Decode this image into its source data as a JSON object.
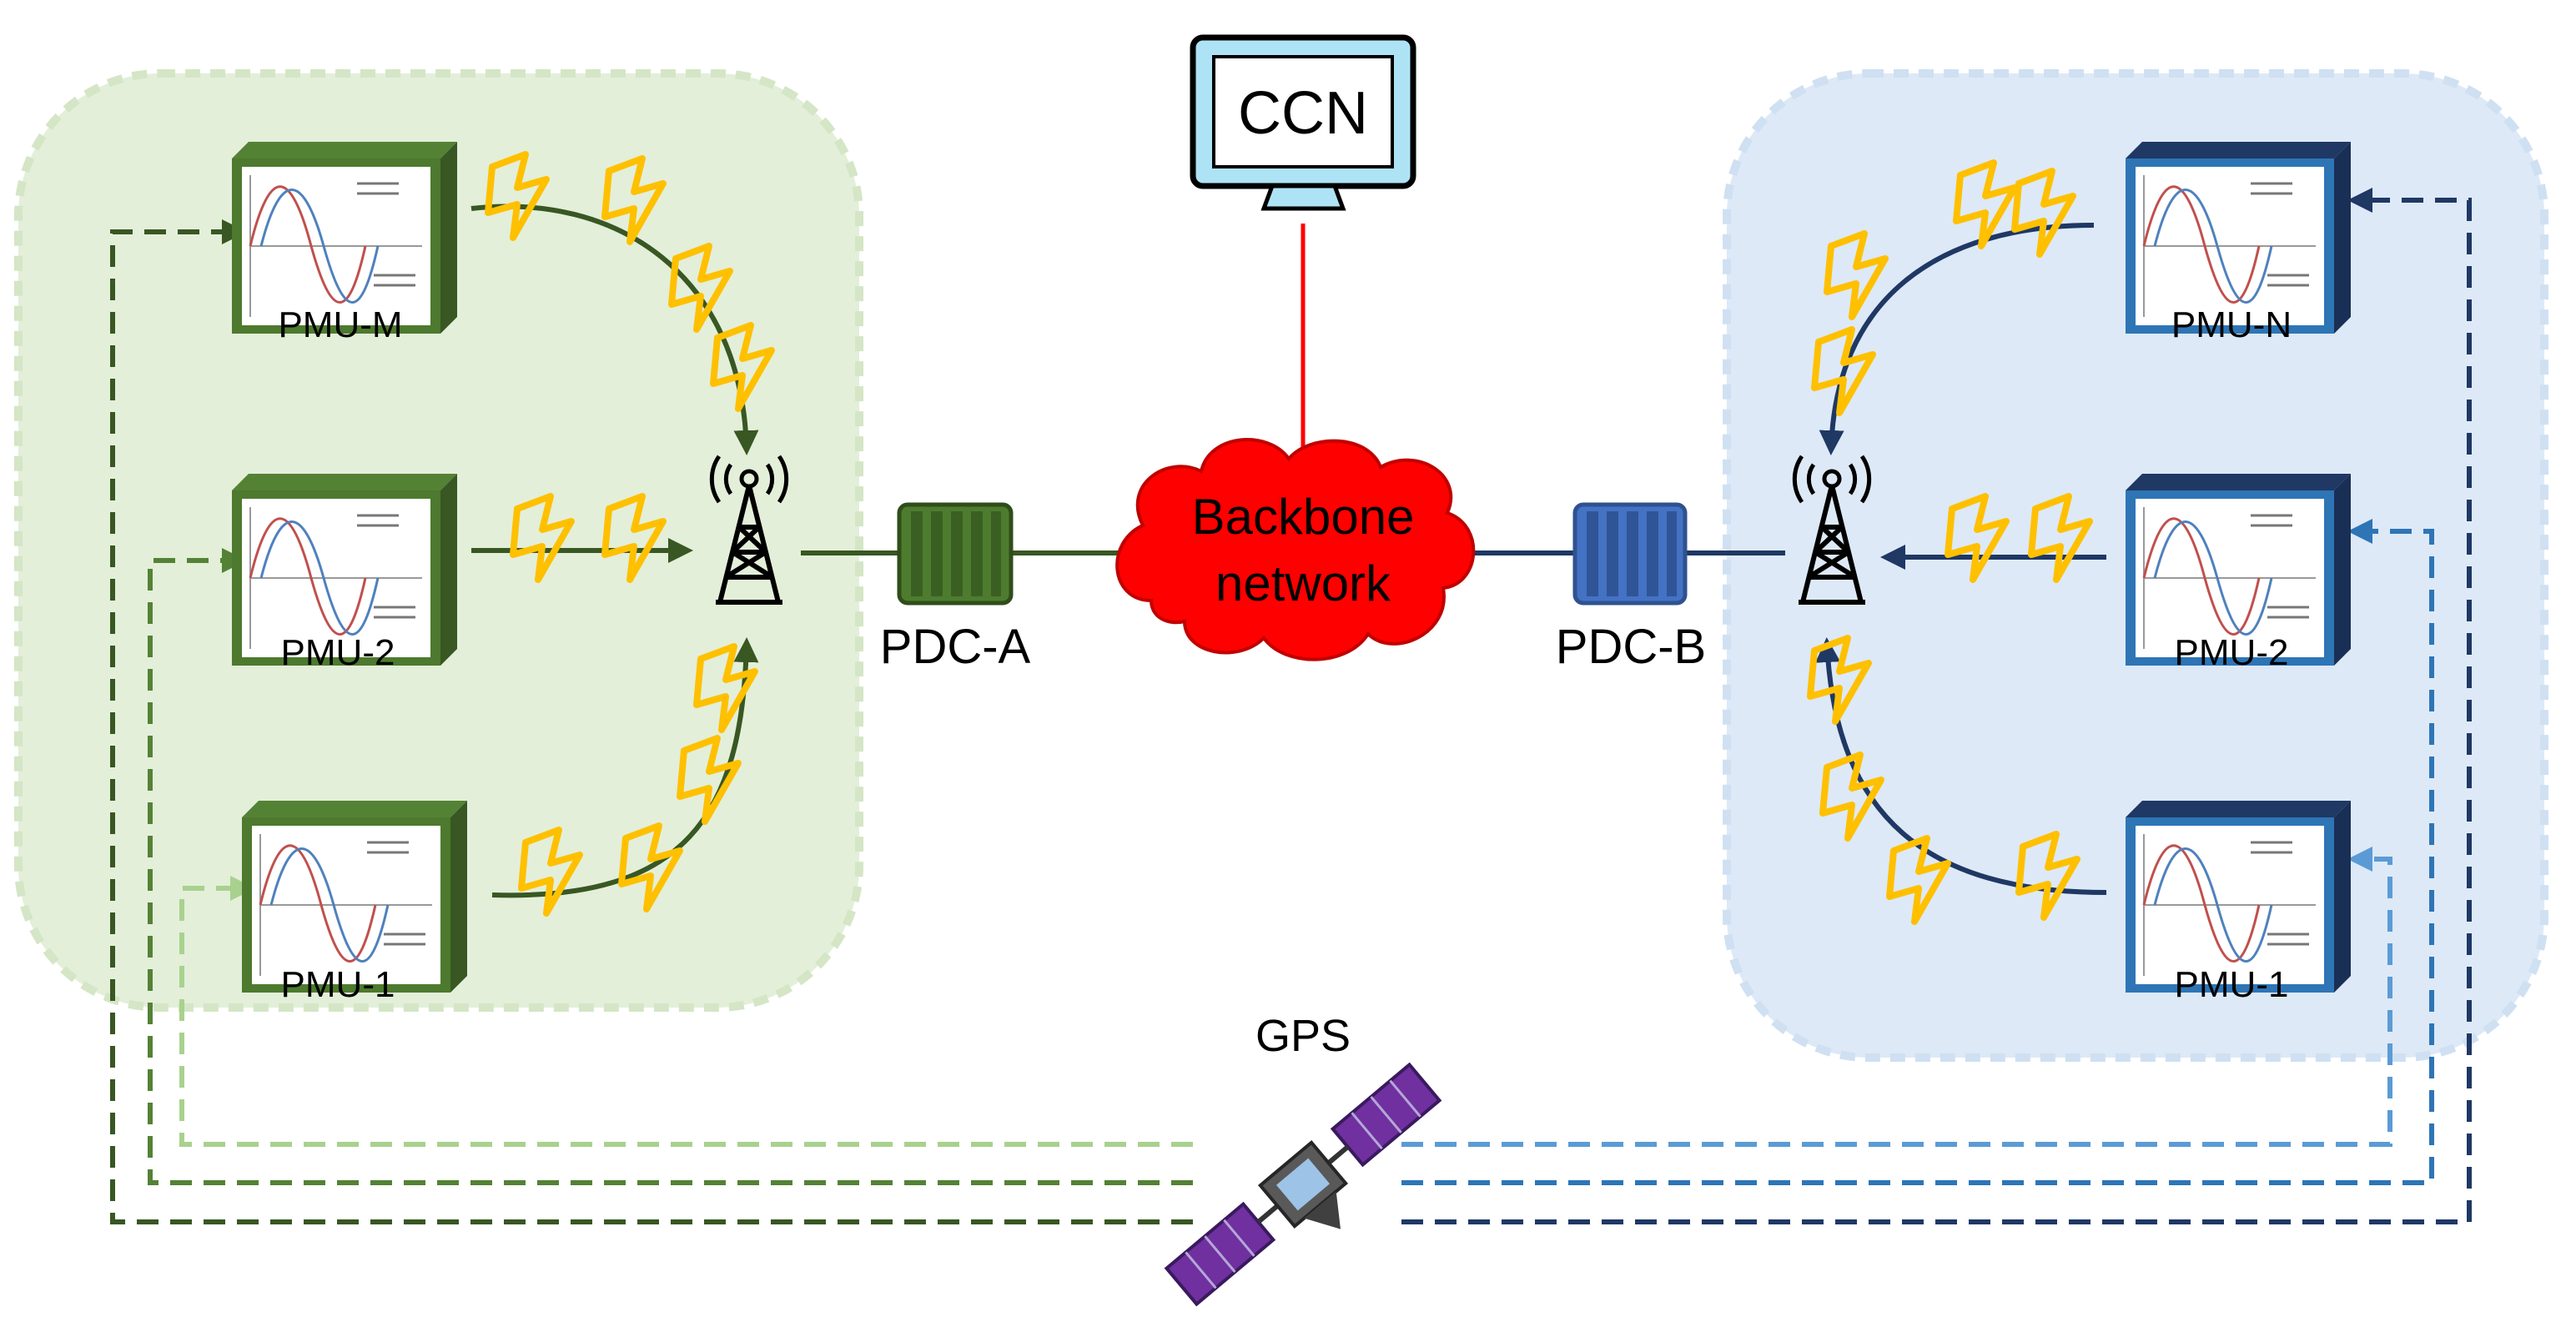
{
  "labels": {
    "ccn": "CCN",
    "backbone_line1": "Backbone",
    "backbone_line2": "network",
    "pdc_a": "PDC-A",
    "pdc_b": "PDC-B",
    "gps": "GPS"
  },
  "regions": {
    "left": {
      "pmus": [
        "PMU-M",
        "PMU-2",
        "PMU-1"
      ]
    },
    "right": {
      "pmus": [
        "PMU-N",
        "PMU-2",
        "PMU-1"
      ]
    }
  },
  "colors": {
    "left_zone_fill": "#e3efd9",
    "right_zone_fill": "#dde9f6",
    "left_dark": "#385723",
    "left_mid": "#548235",
    "left_light": "#a9d18e",
    "right_dark": "#1f3864",
    "right_mid": "#2e75b6",
    "right_light": "#5b9bd5",
    "cloud": "#ff0000",
    "ccn_link": "#ff0000",
    "wireless": "#ffc000",
    "monitor_screen": "#aee3f5"
  },
  "icons": [
    "pmu-device-icon",
    "radio-tower-icon",
    "pdc-server-icon",
    "backbone-cloud-icon",
    "ccn-monitor-icon",
    "gps-satellite-icon",
    "wireless-signal-icon"
  ]
}
